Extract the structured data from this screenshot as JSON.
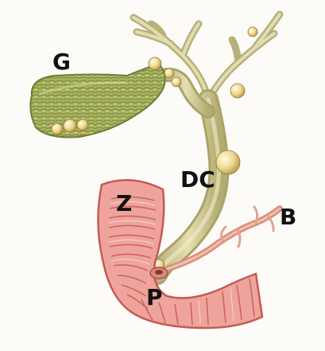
{
  "labels": {
    "gallbladder": "G",
    "common_bile_duct": "DC",
    "duodenum": "Z",
    "papilla": "P",
    "pancreatic_duct": "B"
  },
  "colors": {
    "background": "#fdfbf8",
    "gallbladder": "#a9b560",
    "duct": "#d4cf9a",
    "stone": "#f2dc9a",
    "intestine": "#eea49c",
    "intestine_fold": "#c75b56",
    "pancreatic_duct": "#e8a08c",
    "label": "#111111"
  }
}
